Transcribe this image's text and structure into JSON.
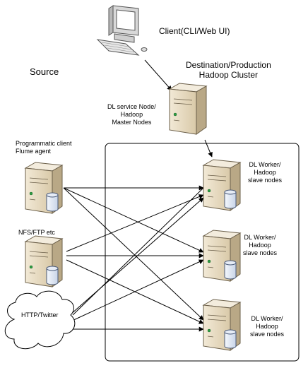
{
  "labels": {
    "client": "Client(CLI/Web UI)",
    "source": "Source",
    "destination": "Destination/Production\nHadoop Cluster",
    "dl_service": "DL service Node/\nHadoop\nMaster Nodes",
    "programmatic": "Programmatic client\nFlume agent",
    "nfs": "NFS/FTP etc",
    "http": "HTTP/Twitter",
    "worker1": "DL Worker/\nHadoop\nslave nodes",
    "worker2": "DL Worker/\nHadoop\nslave nodes",
    "worker3": "DL Worker/\nHadoop\nslave nodes"
  },
  "icons": {
    "client": "desktop-computer-icon",
    "server": "server-tower-icon",
    "cloud": "cloud-icon",
    "database": "database-cylinder-icon"
  },
  "colors": {
    "tower_front": "#e7dbc3",
    "tower_side": "#b9a886",
    "tower_top": "#f3ecdd",
    "tower_edge": "#6b5f49",
    "led": "#2ea043",
    "db_body": "#e6ecf6",
    "db_edge": "#4a5a78"
  }
}
